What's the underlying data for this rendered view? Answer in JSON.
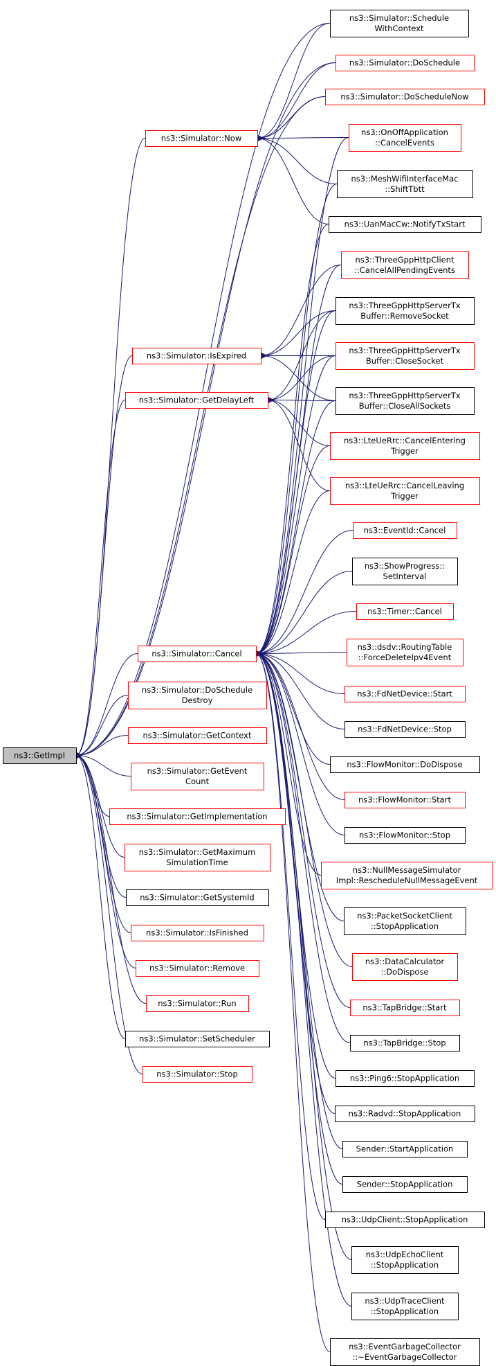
{
  "graph": {
    "colors": {
      "edge": "#191970",
      "root_fill": "#bfbfbf",
      "link_border": "#ff0000",
      "plain_border": "#000000",
      "fill": "#ffffff"
    },
    "nodes": [
      {
        "id": "getimpl",
        "lines": [
          "ns3::GetImpl"
        ],
        "style": "root"
      },
      {
        "id": "now",
        "lines": [
          "ns3::Simulator::Now"
        ],
        "style": "red"
      },
      {
        "id": "isexpired",
        "lines": [
          "ns3::Simulator::IsExpired"
        ],
        "style": "red"
      },
      {
        "id": "getdelayleft",
        "lines": [
          "ns3::Simulator::GetDelayLeft"
        ],
        "style": "red"
      },
      {
        "id": "cancel",
        "lines": [
          "ns3::Simulator::Cancel"
        ],
        "style": "red"
      },
      {
        "id": "doschedule_destroy",
        "lines": [
          "ns3::Simulator::DoSchedule",
          "Destroy"
        ],
        "style": "red"
      },
      {
        "id": "getcontext",
        "lines": [
          "ns3::Simulator::GetContext"
        ],
        "style": "red"
      },
      {
        "id": "geteventcount",
        "lines": [
          "ns3::Simulator::GetEvent",
          "Count"
        ],
        "style": "red"
      },
      {
        "id": "getimplementation",
        "lines": [
          "ns3::Simulator::GetImplementation"
        ],
        "style": "red"
      },
      {
        "id": "getmaxsimtime",
        "lines": [
          "ns3::Simulator::GetMaximum",
          "SimulationTime"
        ],
        "style": "red"
      },
      {
        "id": "getsystemid",
        "lines": [
          "ns3::Simulator::GetSystemId"
        ],
        "style": "black"
      },
      {
        "id": "isfinished",
        "lines": [
          "ns3::Simulator::IsFinished"
        ],
        "style": "red"
      },
      {
        "id": "remove",
        "lines": [
          "ns3::Simulator::Remove"
        ],
        "style": "red"
      },
      {
        "id": "run",
        "lines": [
          "ns3::Simulator::Run"
        ],
        "style": "red"
      },
      {
        "id": "setscheduler",
        "lines": [
          "ns3::Simulator::SetScheduler"
        ],
        "style": "black"
      },
      {
        "id": "stop",
        "lines": [
          "ns3::Simulator::Stop"
        ],
        "style": "red"
      },
      {
        "id": "schedwithctx",
        "lines": [
          "ns3::Simulator::Schedule",
          "WithContext"
        ],
        "style": "black"
      },
      {
        "id": "doschedule",
        "lines": [
          "ns3::Simulator::DoSchedule"
        ],
        "style": "red"
      },
      {
        "id": "doschedulenow",
        "lines": [
          "ns3::Simulator::DoScheduleNow"
        ],
        "style": "red"
      },
      {
        "id": "onoff_cancel",
        "lines": [
          "ns3::OnOffApplication",
          "::CancelEvents"
        ],
        "style": "red"
      },
      {
        "id": "meshwifi_shift",
        "lines": [
          "ns3::MeshWifiInterfaceMac",
          "::ShiftTbtt"
        ],
        "style": "black"
      },
      {
        "id": "uanmaccw_notify",
        "lines": [
          "ns3::UanMacCw::NotifyTxStart"
        ],
        "style": "black"
      },
      {
        "id": "tgpp_client_cancel",
        "lines": [
          "ns3::ThreeGppHttpClient",
          "::CancelAllPendingEvents"
        ],
        "style": "red"
      },
      {
        "id": "tgpp_server_remove",
        "lines": [
          "ns3::ThreeGppHttpServerTx",
          "Buffer::RemoveSocket"
        ],
        "style": "black"
      },
      {
        "id": "tgpp_server_close",
        "lines": [
          "ns3::ThreeGppHttpServerTx",
          "Buffer::CloseSocket"
        ],
        "style": "red"
      },
      {
        "id": "tgpp_server_closeall",
        "lines": [
          "ns3::ThreeGppHttpServerTx",
          "Buffer::CloseAllSockets"
        ],
        "style": "black"
      },
      {
        "id": "lte_cancel_entering",
        "lines": [
          "ns3::LteUeRrc::CancelEntering",
          "Trigger"
        ],
        "style": "red"
      },
      {
        "id": "lte_cancel_leaving",
        "lines": [
          "ns3::LteUeRrc::CancelLeaving",
          "Trigger"
        ],
        "style": "red"
      },
      {
        "id": "eventid_cancel",
        "lines": [
          "ns3::EventId::Cancel"
        ],
        "style": "red"
      },
      {
        "id": "showprogress",
        "lines": [
          "ns3::ShowProgress::",
          "SetInterval"
        ],
        "style": "black"
      },
      {
        "id": "timer_cancel",
        "lines": [
          "ns3::Timer::Cancel"
        ],
        "style": "red"
      },
      {
        "id": "dsdv_force",
        "lines": [
          "ns3::dsdv::RoutingTable",
          "::ForceDeleteIpv4Event"
        ],
        "style": "red"
      },
      {
        "id": "fdnet_start",
        "lines": [
          "ns3::FdNetDevice::Start"
        ],
        "style": "red"
      },
      {
        "id": "fdnet_stop",
        "lines": [
          "ns3::FdNetDevice::Stop"
        ],
        "style": "black"
      },
      {
        "id": "flowmon_dispose",
        "lines": [
          "ns3::FlowMonitor::DoDispose"
        ],
        "style": "black"
      },
      {
        "id": "flowmon_start",
        "lines": [
          "ns3::FlowMonitor::Start"
        ],
        "style": "red"
      },
      {
        "id": "flowmon_stop",
        "lines": [
          "ns3::FlowMonitor::Stop"
        ],
        "style": "black"
      },
      {
        "id": "nullmsg",
        "lines": [
          "ns3::NullMessageSimulator",
          "Impl::RescheduleNullMessageEvent"
        ],
        "style": "red"
      },
      {
        "id": "packetsocket_stop",
        "lines": [
          "ns3::PacketSocketClient",
          "::StopApplication"
        ],
        "style": "black"
      },
      {
        "id": "datacalc_dispose",
        "lines": [
          "ns3::DataCalculator",
          "::DoDispose"
        ],
        "style": "red"
      },
      {
        "id": "tapbridge_start",
        "lines": [
          "ns3::TapBridge::Start"
        ],
        "style": "red"
      },
      {
        "id": "tapbridge_stop",
        "lines": [
          "ns3::TapBridge::Stop"
        ],
        "style": "black"
      },
      {
        "id": "ping6_stop",
        "lines": [
          "ns3::Ping6::StopApplication"
        ],
        "style": "black"
      },
      {
        "id": "radvd_stop",
        "lines": [
          "ns3::Radvd::StopApplication"
        ],
        "style": "black"
      },
      {
        "id": "sender_start",
        "lines": [
          "Sender::StartApplication"
        ],
        "style": "black"
      },
      {
        "id": "sender_stop",
        "lines": [
          "Sender::StopApplication"
        ],
        "style": "black"
      },
      {
        "id": "udpclient_stop",
        "lines": [
          "ns3::UdpClient::StopApplication"
        ],
        "style": "black"
      },
      {
        "id": "udpecho_stop",
        "lines": [
          "ns3::UdpEchoClient",
          "::StopApplication"
        ],
        "style": "black"
      },
      {
        "id": "udptrace_stop",
        "lines": [
          "ns3::UdpTraceClient",
          "::StopApplication"
        ],
        "style": "black"
      },
      {
        "id": "eventgc_dtor",
        "lines": [
          "ns3::EventGarbageCollector",
          "::~EventGarbageCollector"
        ],
        "style": "black"
      }
    ],
    "edges": [
      [
        "now",
        "getimpl"
      ],
      [
        "isexpired",
        "getimpl"
      ],
      [
        "getdelayleft",
        "getimpl"
      ],
      [
        "cancel",
        "getimpl"
      ],
      [
        "doschedule_destroy",
        "getimpl"
      ],
      [
        "getcontext",
        "getimpl"
      ],
      [
        "geteventcount",
        "getimpl"
      ],
      [
        "getimplementation",
        "getimpl"
      ],
      [
        "getmaxsimtime",
        "getimpl"
      ],
      [
        "getsystemid",
        "getimpl"
      ],
      [
        "isfinished",
        "getimpl"
      ],
      [
        "remove",
        "getimpl"
      ],
      [
        "run",
        "getimpl"
      ],
      [
        "setscheduler",
        "getimpl"
      ],
      [
        "stop",
        "getimpl"
      ],
      [
        "schedwithctx",
        "getimpl"
      ],
      [
        "doschedule",
        "getimpl"
      ],
      [
        "doschedulenow",
        "getimpl"
      ],
      [
        "schedwithctx",
        "now"
      ],
      [
        "doschedule",
        "now"
      ],
      [
        "doschedulenow",
        "now"
      ],
      [
        "onoff_cancel",
        "now"
      ],
      [
        "meshwifi_shift",
        "now"
      ],
      [
        "uanmaccw_notify",
        "now"
      ],
      [
        "tgpp_client_cancel",
        "isexpired"
      ],
      [
        "tgpp_server_remove",
        "isexpired"
      ],
      [
        "tgpp_server_close",
        "isexpired"
      ],
      [
        "tgpp_server_closeall",
        "isexpired"
      ],
      [
        "tgpp_server_remove",
        "getdelayleft"
      ],
      [
        "tgpp_server_close",
        "getdelayleft"
      ],
      [
        "tgpp_server_closeall",
        "getdelayleft"
      ],
      [
        "lte_cancel_entering",
        "getdelayleft"
      ],
      [
        "lte_cancel_leaving",
        "getdelayleft"
      ],
      [
        "onoff_cancel",
        "cancel"
      ],
      [
        "meshwifi_shift",
        "cancel"
      ],
      [
        "uanmaccw_notify",
        "cancel"
      ],
      [
        "tgpp_client_cancel",
        "cancel"
      ],
      [
        "tgpp_server_remove",
        "cancel"
      ],
      [
        "tgpp_server_close",
        "cancel"
      ],
      [
        "tgpp_server_closeall",
        "cancel"
      ],
      [
        "lte_cancel_entering",
        "cancel"
      ],
      [
        "lte_cancel_leaving",
        "cancel"
      ],
      [
        "eventid_cancel",
        "cancel"
      ],
      [
        "showprogress",
        "cancel"
      ],
      [
        "timer_cancel",
        "cancel"
      ],
      [
        "dsdv_force",
        "cancel"
      ],
      [
        "fdnet_start",
        "cancel"
      ],
      [
        "fdnet_stop",
        "cancel"
      ],
      [
        "flowmon_dispose",
        "cancel"
      ],
      [
        "flowmon_start",
        "cancel"
      ],
      [
        "flowmon_stop",
        "cancel"
      ],
      [
        "nullmsg",
        "cancel"
      ],
      [
        "packetsocket_stop",
        "cancel"
      ],
      [
        "datacalc_dispose",
        "cancel"
      ],
      [
        "tapbridge_start",
        "cancel"
      ],
      [
        "tapbridge_stop",
        "cancel"
      ],
      [
        "ping6_stop",
        "cancel"
      ],
      [
        "radvd_stop",
        "cancel"
      ],
      [
        "sender_start",
        "cancel"
      ],
      [
        "sender_stop",
        "cancel"
      ],
      [
        "udpclient_stop",
        "cancel"
      ],
      [
        "udpecho_stop",
        "cancel"
      ],
      [
        "udptrace_stop",
        "cancel"
      ],
      [
        "eventgc_dtor",
        "cancel"
      ]
    ]
  }
}
